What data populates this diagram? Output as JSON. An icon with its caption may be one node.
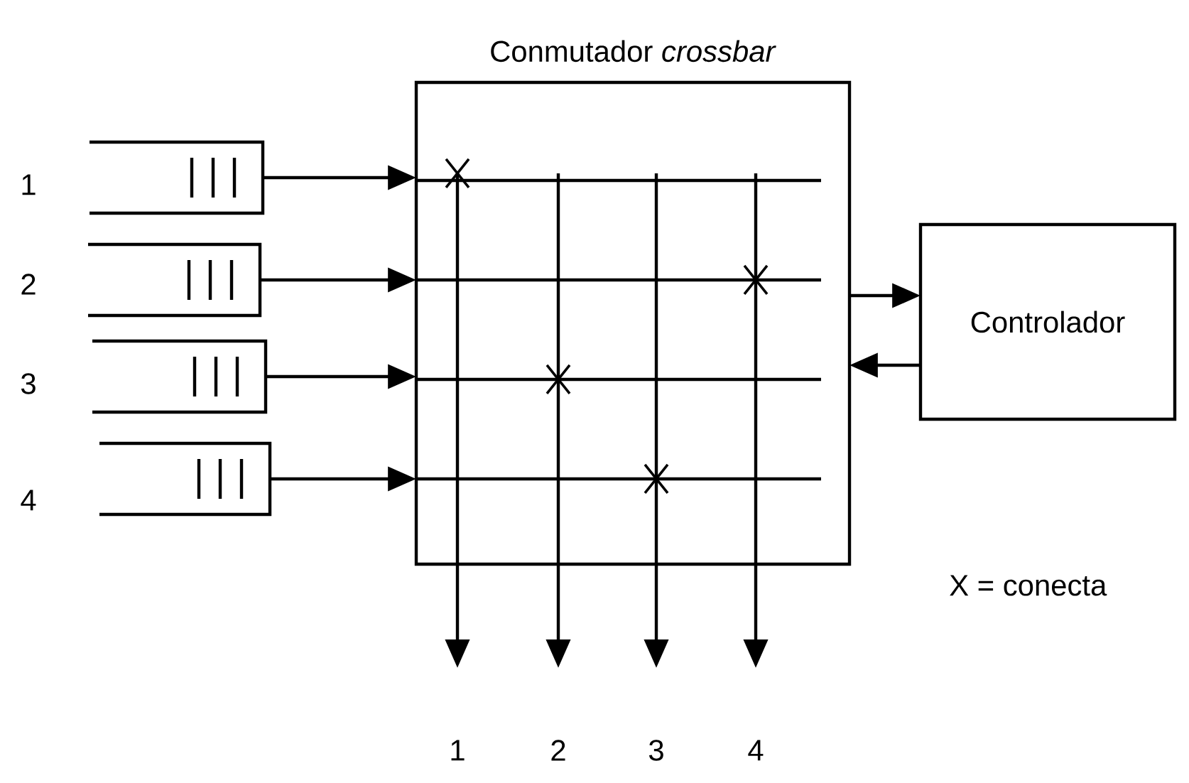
{
  "diagram": {
    "nodes": [
      {
        "text": [
          "Conmutador *crossbar*"
        ]
      },
      {
        "text": [],
        "shape": "box"
      },
      {
        "text": [],
        "shape": "box"
      },
      {
        "text": [],
        "shape": "box"
      },
      {
        "text": [],
        "shape": "box"
      },
      {
        "text": [
          "Controlador"
        ]
      }
    ],
    "edges": [
      {
        "from": 1,
        "to": 0,
        "arrow": "to"
      },
      {
        "from": 2,
        "to": 0,
        "arrow": "to"
      },
      {
        "from": 3,
        "to": 0,
        "arrow": "to"
      },
      {
        "from": 4,
        "to": 0,
        "arrow": "to"
      },
      {
        "from": 0,
        "to": 5,
        "arrow": "to"
      },
      {
        "from": 5,
        "to": 0,
        "arrow": "to"
      },
      {
        "from": 0,
        "to": null,
        "arrow": "to"
      },
      {
        "from": 0,
        "to": null,
        "arrow": "to"
      },
      {
        "from": 0,
        "to": null,
        "arrow": "to"
      },
      {
        "from": 0,
        "to": null,
        "arrow": "to"
      }
    ],
    "labels": [
      "1",
      "2",
      "3",
      "4",
      "X = conecta",
      "1",
      "2",
      "3",
      "4"
    ]
  }
}
